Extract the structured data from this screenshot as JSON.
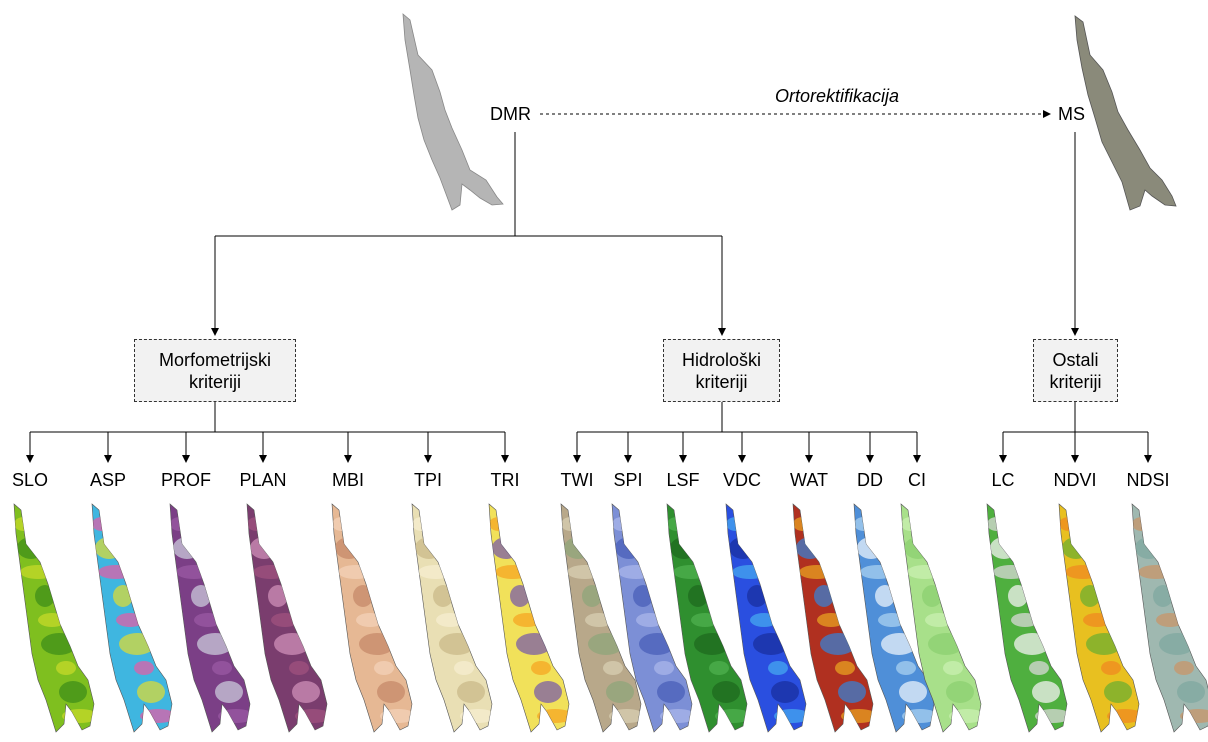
{
  "top": {
    "source_left": "DMR",
    "source_right": "MS",
    "transform_label": "Ortorektifikacija"
  },
  "groups": [
    {
      "line1": "Morfometrijski",
      "line2": "kriteriji"
    },
    {
      "line1": "Hidrološki",
      "line2": "kriteriji"
    },
    {
      "line1": "Ostali",
      "line2": "kriteriji"
    }
  ],
  "criteria": [
    {
      "code": "SLO",
      "group": 0,
      "colors": [
        "#7fbf1f",
        "#c6d92a",
        "#3f8f1a"
      ]
    },
    {
      "code": "ASP",
      "group": 0,
      "colors": [
        "#3fb6e0",
        "#e05fa8",
        "#d9d93a"
      ]
    },
    {
      "code": "PROF",
      "group": 0,
      "colors": [
        "#7b3f86",
        "#9a5aa3",
        "#c9c9d9"
      ]
    },
    {
      "code": "PLAN",
      "group": 0,
      "colors": [
        "#7a3d6e",
        "#a0527f",
        "#cf8fb8"
      ]
    },
    {
      "code": "MBI",
      "group": 0,
      "colors": [
        "#e6b894",
        "#f3d2b8",
        "#c58a6a"
      ]
    },
    {
      "code": "TPI",
      "group": 0,
      "colors": [
        "#e9dfb4",
        "#f6eed0",
        "#c9b98a"
      ]
    },
    {
      "code": "TRI",
      "group": 0,
      "colors": [
        "#f1e15a",
        "#f5a623",
        "#7b5ea7"
      ]
    },
    {
      "code": "TWI",
      "group": 1,
      "colors": [
        "#b8a88a",
        "#d8cfb2",
        "#8fa57a"
      ]
    },
    {
      "code": "SPI",
      "group": 1,
      "colors": [
        "#7c8fd6",
        "#a9b6ea",
        "#4a5fb8"
      ]
    },
    {
      "code": "LSF",
      "group": 1,
      "colors": [
        "#2f8f2f",
        "#4fb04f",
        "#1f6a1f"
      ]
    },
    {
      "code": "VDC",
      "group": 1,
      "colors": [
        "#2a4fe0",
        "#45a7f0",
        "#1a2fa0"
      ]
    },
    {
      "code": "WAT",
      "group": 1,
      "colors": [
        "#b03020",
        "#e8a020",
        "#3a7fd0"
      ]
    },
    {
      "code": "DD",
      "group": 1,
      "colors": [
        "#4f8fd8",
        "#a8d0f0",
        "#e8f2fb"
      ]
    },
    {
      "code": "CI",
      "group": 1,
      "colors": [
        "#a8e08a",
        "#c9f0b0",
        "#8cd070"
      ]
    },
    {
      "code": "LC",
      "group": 2,
      "colors": [
        "#4faf3f",
        "#d8d8d8",
        "#f2f2f2"
      ]
    },
    {
      "code": "NDVI",
      "group": 2,
      "colors": [
        "#e8c020",
        "#f08a20",
        "#6faf2f"
      ]
    },
    {
      "code": "NDSI",
      "group": 2,
      "colors": [
        "#9fb8b0",
        "#c8956a",
        "#7fa8a0"
      ]
    }
  ],
  "colors": {
    "dmr_shape": "#b5b5b5",
    "ms_shape": "#8a8a7a",
    "line": "#000000",
    "box_fill": "#f2f2f2"
  }
}
